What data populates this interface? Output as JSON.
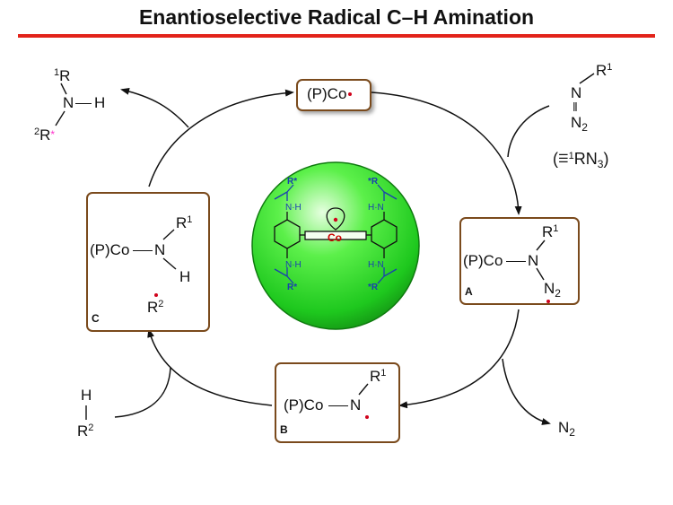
{
  "title": "Enantioselective Radical C–H Amination",
  "catalyst": {
    "label": "(P)Co",
    "sphere": {
      "r_groups": [
        "R*",
        "*R",
        "R*",
        "*R"
      ],
      "nh": [
        "N·H",
        "H·N",
        "N·H",
        "H·N"
      ],
      "metal": "Co"
    }
  },
  "azide": {
    "r": "R",
    "r_sup": "1",
    "n": "N",
    "n2": "N",
    "n2_sub": "2",
    "equiv_text": "RN",
    "equiv_sup": "1",
    "equiv_sub": "3"
  },
  "intermediate_a": {
    "label": "A",
    "p_co": "(P)Co",
    "r": "R",
    "r_sup": "1",
    "n": "N",
    "n2": "N",
    "n2_sub": "2"
  },
  "intermediate_b": {
    "label": "B",
    "p_co": "(P)Co",
    "r": "R",
    "r_sup": "1",
    "n": "N"
  },
  "intermediate_c": {
    "label": "C",
    "p_co": "(P)Co",
    "r": "R",
    "r_sup": "1",
    "n": "N",
    "h": "H",
    "r2": "R",
    "r2_sup": "2"
  },
  "substrate": {
    "h": "H",
    "r": "R",
    "r_sup": "2"
  },
  "product": {
    "r1": "R",
    "r1_sup": "1",
    "n": "N",
    "h": "H",
    "r2": "R",
    "r2_sup": "2",
    "chiral_mark": "*"
  },
  "byproduct": {
    "text": "N",
    "sub": "2"
  },
  "colors": {
    "accent_red": "#e2231a",
    "box_border": "#7a4a1c",
    "sphere_green": "#22e022",
    "ligand_blue": "#1a3fb0",
    "co_red": "#cc0000",
    "chiral_pink": "#ff33cc"
  }
}
